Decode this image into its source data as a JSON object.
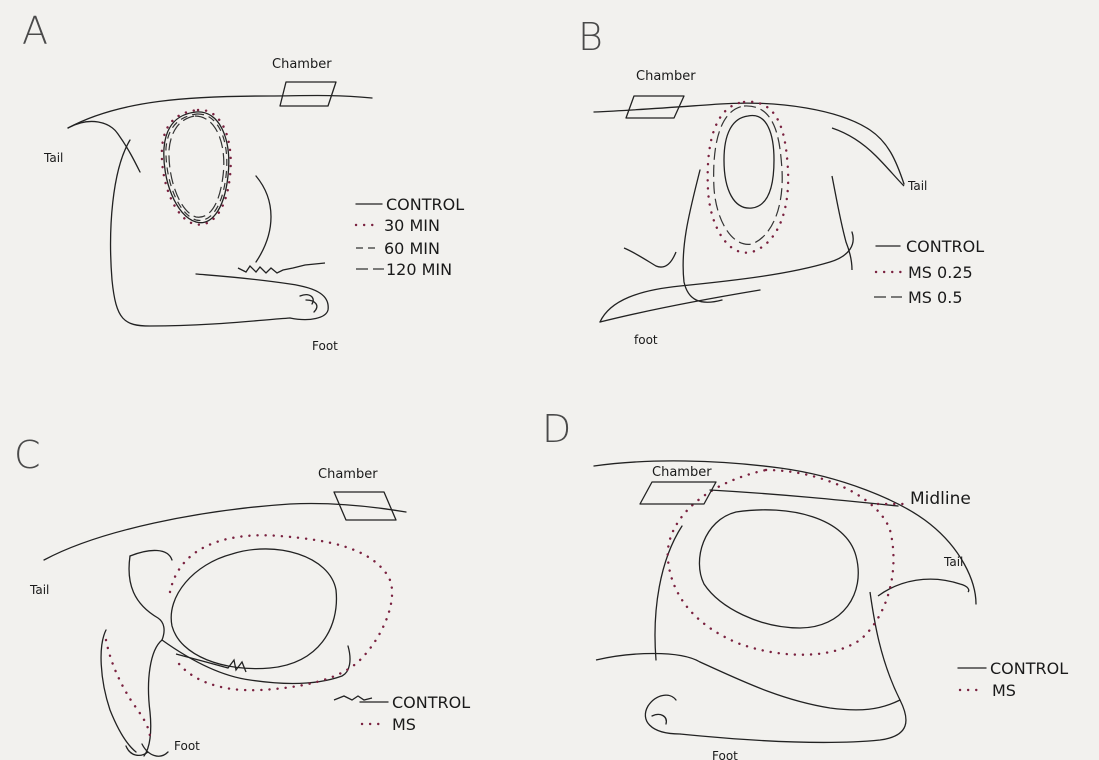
{
  "panels": {
    "a": {
      "letter": "A",
      "chamber": "Chamber",
      "tail": "Tail",
      "foot": "Foot",
      "legend": [
        "CONTROL",
        "30 MIN",
        "60 MIN",
        "120 MIN"
      ]
    },
    "b": {
      "letter": "B",
      "chamber": "Chamber",
      "tail": "Tail",
      "foot": "foot",
      "legend": [
        "CONTROL",
        "MS 0.25",
        "MS 0.5"
      ]
    },
    "c": {
      "letter": "C",
      "chamber": "Chamber",
      "tail": "Tail",
      "foot": "Foot",
      "legend": [
        "CONTROL",
        "MS"
      ]
    },
    "d": {
      "letter": "D",
      "chamber": "Chamber",
      "tail": "Tail",
      "foot": "Foot",
      "midline": "Midline",
      "legend": [
        "CONTROL",
        "MS"
      ]
    }
  },
  "colors": {
    "background": "#f2f1ee",
    "line": "#222222",
    "dotted": "#7a2240"
  }
}
